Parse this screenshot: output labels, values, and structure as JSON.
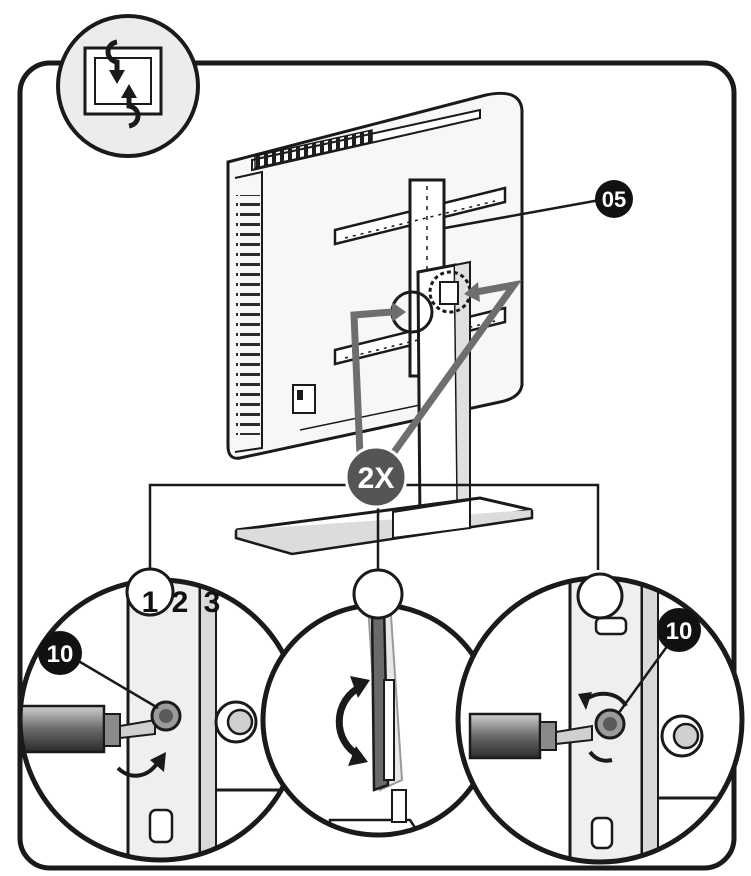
{
  "callouts": {
    "part_bracket": "05",
    "part_screw_left": "10",
    "part_screw_right": "10",
    "quantity": "2X"
  },
  "steps": {
    "one": "1",
    "two": "2",
    "three": "3"
  },
  "icons": {
    "header": "rotate-panel-icon",
    "rotation": "curved-double-arrow-icon"
  },
  "colors": {
    "line": "#1a1a1a",
    "badge_black": "#111111",
    "badge_gray": "#555555",
    "arrow_gray": "#6e6e6e",
    "light_gray": "#d9d9d9",
    "panel_gray": "#efefef"
  }
}
